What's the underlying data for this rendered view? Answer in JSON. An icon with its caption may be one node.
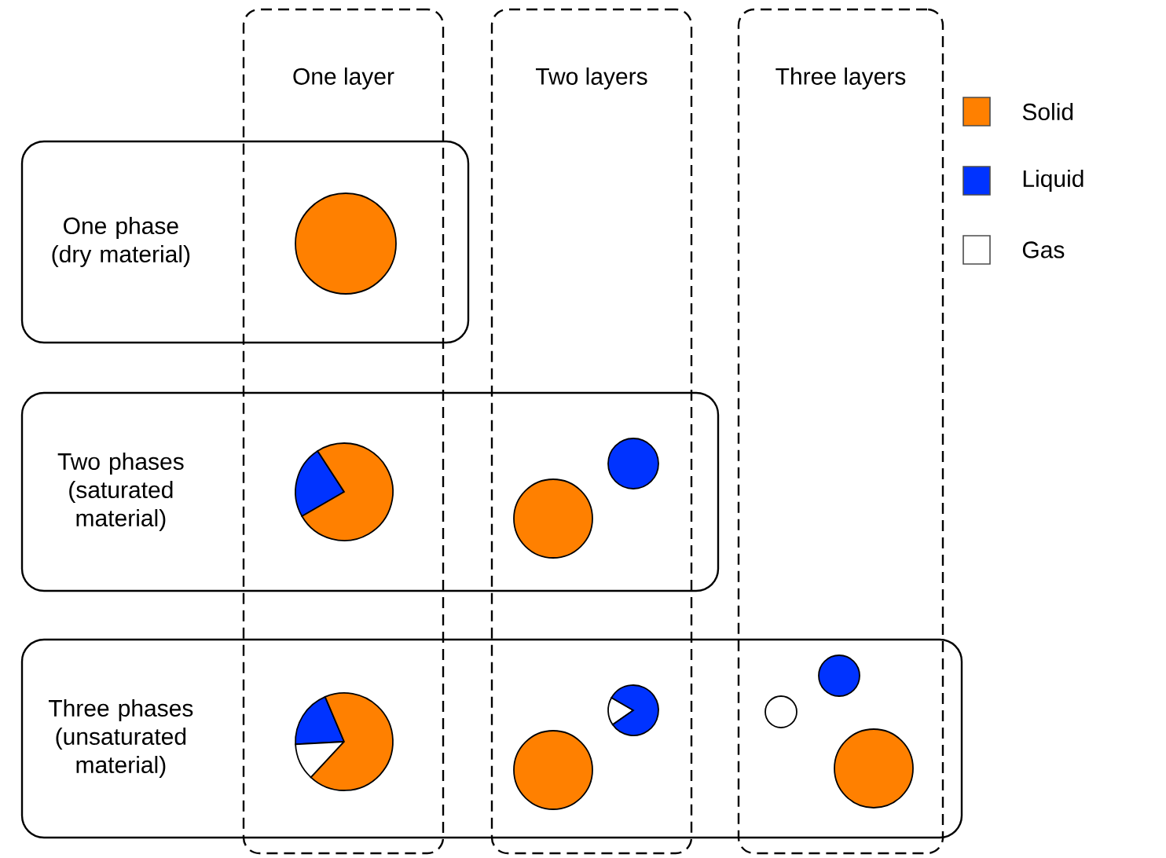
{
  "diagram": {
    "nodes": [
      {
        "text": [
          "One layer"
        ]
      },
      {
        "text": [
          "Two layers"
        ]
      },
      {
        "text": [
          "Three layers"
        ]
      },
      {
        "text": [
          "One phase (dry material)"
        ]
      },
      {
        "text": [
          "Two phases (saturated material)"
        ]
      },
      {
        "text": [
          "Three phases (unsaturated material)"
        ]
      }
    ],
    "legend": [
      {
        "text": "Solid",
        "color": "#ff8000"
      },
      {
        "text": "Liquid",
        "color": "#0033ff"
      },
      {
        "text": "Gas"
      }
    ]
  }
}
